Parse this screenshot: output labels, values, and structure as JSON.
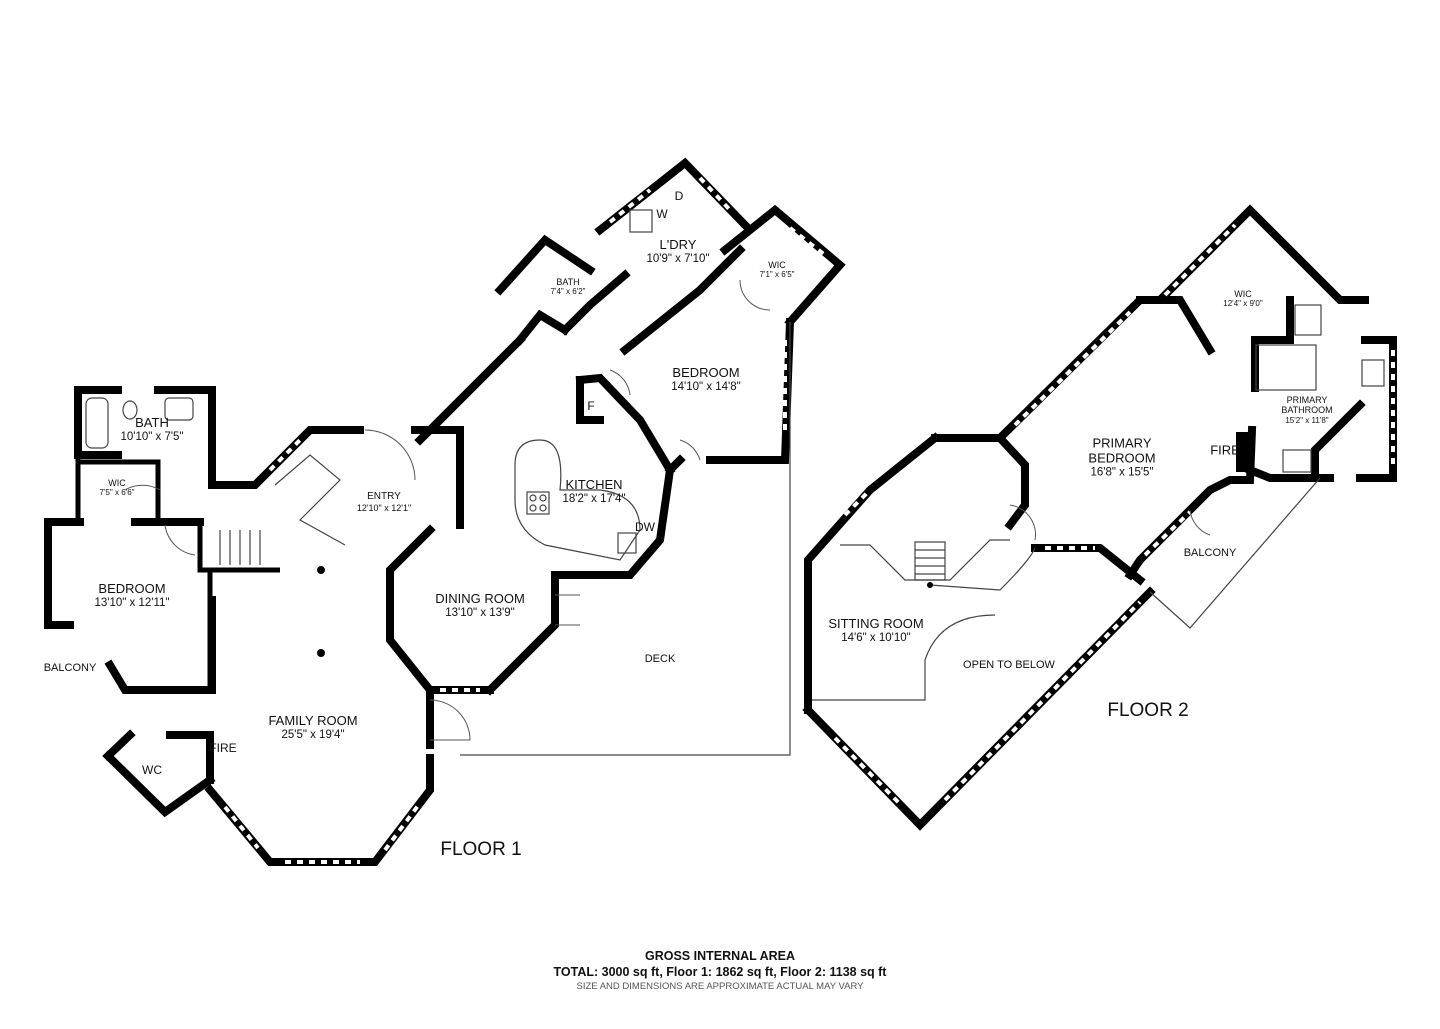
{
  "floor1": {
    "title": "FLOOR 1",
    "rooms": [
      {
        "id": "bath1",
        "name": "BATH",
        "dims": "10'10\" x 7'5\""
      },
      {
        "id": "wic1",
        "name": "WIC",
        "dims": "7'5\" x 6'6\""
      },
      {
        "id": "bedroom1",
        "name": "BEDROOM",
        "dims": "13'10\" x 12'11\""
      },
      {
        "id": "family",
        "name": "FAMILY ROOM",
        "dims": "25'5\" x 19'4\""
      },
      {
        "id": "entry",
        "name": "ENTRY",
        "dims": "12'10\" x 12'1\""
      },
      {
        "id": "dining",
        "name": "DINING ROOM",
        "dims": "13'10\" x 13'9\""
      },
      {
        "id": "kitchen",
        "name": "KITCHEN",
        "dims": "18'2\" x 17'4\""
      },
      {
        "id": "bath2",
        "name": "BATH",
        "dims": "7'4\" x 6'2\""
      },
      {
        "id": "laundry",
        "name": "L'DRY",
        "dims": "10'9\" x 7'10\""
      },
      {
        "id": "wic2",
        "name": "WIC",
        "dims": "7'1\" x 6'5\""
      },
      {
        "id": "bedroom2",
        "name": "BEDROOM",
        "dims": "14'10\" x 14'8\""
      }
    ],
    "tags": {
      "balcony": "BALCONY",
      "wc": "WC",
      "fire": "FIRE",
      "deck": "DECK",
      "fridge": "F",
      "dishwasher": "DW",
      "dryer": "D",
      "washer": "W"
    }
  },
  "floor2": {
    "title": "FLOOR 2",
    "rooms": [
      {
        "id": "wic3",
        "name": "WIC",
        "dims": "12'4\" x 9'0\""
      },
      {
        "id": "primary-bedroom",
        "name": "PRIMARY\nBEDROOM",
        "dims": "16'8\" x 15'5\""
      },
      {
        "id": "primary-bath",
        "name": "PRIMARY\nBATHROOM",
        "dims": "15'2\" x 11'8\""
      },
      {
        "id": "sitting",
        "name": "SITTING ROOM",
        "dims": "14'6\" x 10'10\""
      }
    ],
    "tags": {
      "fire": "FIRE",
      "balcony": "BALCONY",
      "open": "OPEN TO BELOW"
    }
  },
  "footer": {
    "heading": "GROSS INTERNAL AREA",
    "totals": "TOTAL: 3000 sq ft, Floor 1: 1862 sq ft, Floor 2: 1138 sq ft",
    "disclaimer": "SIZE AND DIMENSIONS ARE APPROXIMATE ACTUAL MAY VARY"
  }
}
